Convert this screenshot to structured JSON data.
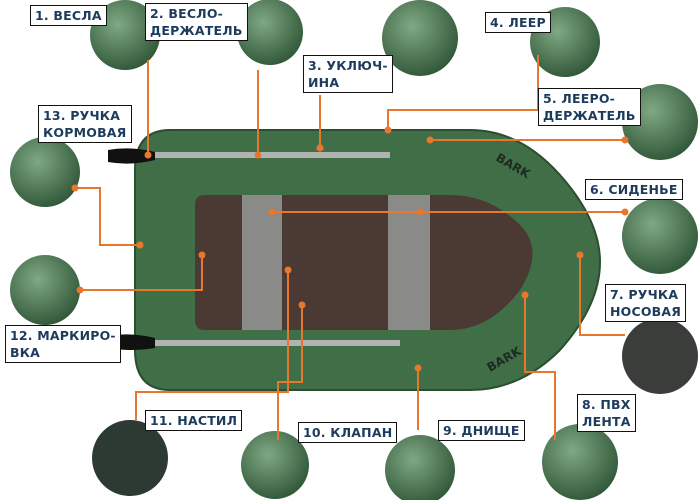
{
  "colors": {
    "leader_line": "#e8772e",
    "label_text": "#1d3b5c",
    "hull": "#3f6e47",
    "floor": "#4a3a33",
    "seat": "#8a8a88"
  },
  "boat": {
    "brand": "BARK"
  },
  "parts": [
    {
      "num": "1",
      "text": "1. ВЕСЛА"
    },
    {
      "num": "2",
      "text": "2. ВЕСЛО-\nДЕРЖАТЕЛЬ"
    },
    {
      "num": "3",
      "text": "3. УКЛЮЧ-\nИНА"
    },
    {
      "num": "4",
      "text": "4. ЛЕЕР"
    },
    {
      "num": "5",
      "text": "5. ЛЕЕРО-\nДЕРЖАТЕЛЬ"
    },
    {
      "num": "6",
      "text": "6. СИДЕНЬЕ"
    },
    {
      "num": "7",
      "text": "7. РУЧКА\nНОСОВАЯ"
    },
    {
      "num": "8",
      "text": "8. ПВХ\nЛЕНТА"
    },
    {
      "num": "9",
      "text": "9. ДНИЩЕ"
    },
    {
      "num": "10",
      "text": "10. КЛАПАН"
    },
    {
      "num": "11",
      "text": "11. НАСТИЛ"
    },
    {
      "num": "12",
      "text": "12. МАРКИРО-\nВКА"
    },
    {
      "num": "13",
      "text": "13. РУЧКА\nКОРМОВАЯ"
    }
  ]
}
